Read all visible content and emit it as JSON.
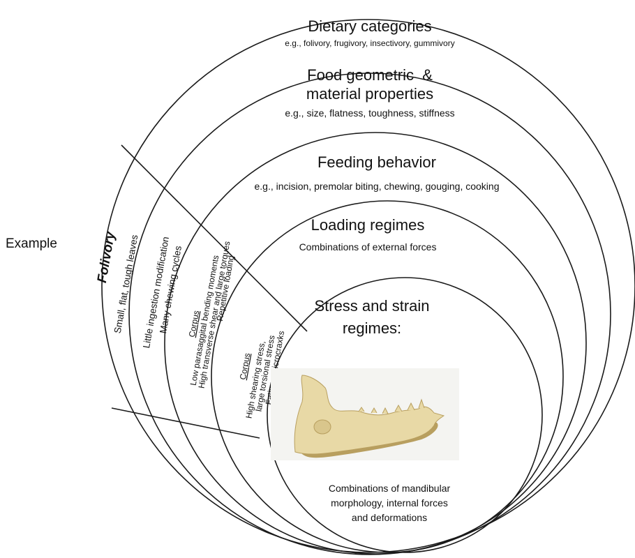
{
  "side_label": "Example",
  "levels": {
    "dietary": {
      "title": "Dietary categories",
      "examples": "e.g., folivory, frugivory, insectivory, gummivory"
    },
    "food": {
      "title_line1": "Food geometric  &",
      "title_line2": "material properties",
      "examples": "e.g., size, flatness, toughness, stiffness"
    },
    "feeding": {
      "title": "Feeding behavior",
      "examples": "e.g., incision, premolar biting, chewing, gouging, cooking"
    },
    "loading": {
      "title": "Loading regimes",
      "subtitle": "Combinations of external forces"
    },
    "stress": {
      "title_line1": "Stress and strain",
      "title_line2": "regimes:",
      "desc_line1": "Combinations of mandibular",
      "desc_line2": "morphology, internal forces",
      "desc_line3": "and deformations"
    }
  },
  "example_wedge": {
    "diet": "Folivory",
    "food": "Small, flat, tough leaves",
    "behavior_line1": "Little ingestion modification",
    "behavior_line2": "Many chewing cycles",
    "loading_heading": "Corpus",
    "loading_line1": "Low parasaggital bending moments",
    "loading_line2": "High transverse shear and large torques",
    "loading_line3": "Repetitive loading",
    "stress_heading": "Corpus",
    "stress_line1": "High shearing stress,",
    "stress_line2": "large torsional stress",
    "stress_line3": "Fatigue microcraxks"
  },
  "colors": {
    "stroke": "#1a1a1a",
    "bone": "#e8d9a6",
    "bone_shadow": "#b89f5f",
    "photo_bg": "#f4f4f1"
  },
  "icons": {
    "mandible": "mandible-bone-photo"
  }
}
